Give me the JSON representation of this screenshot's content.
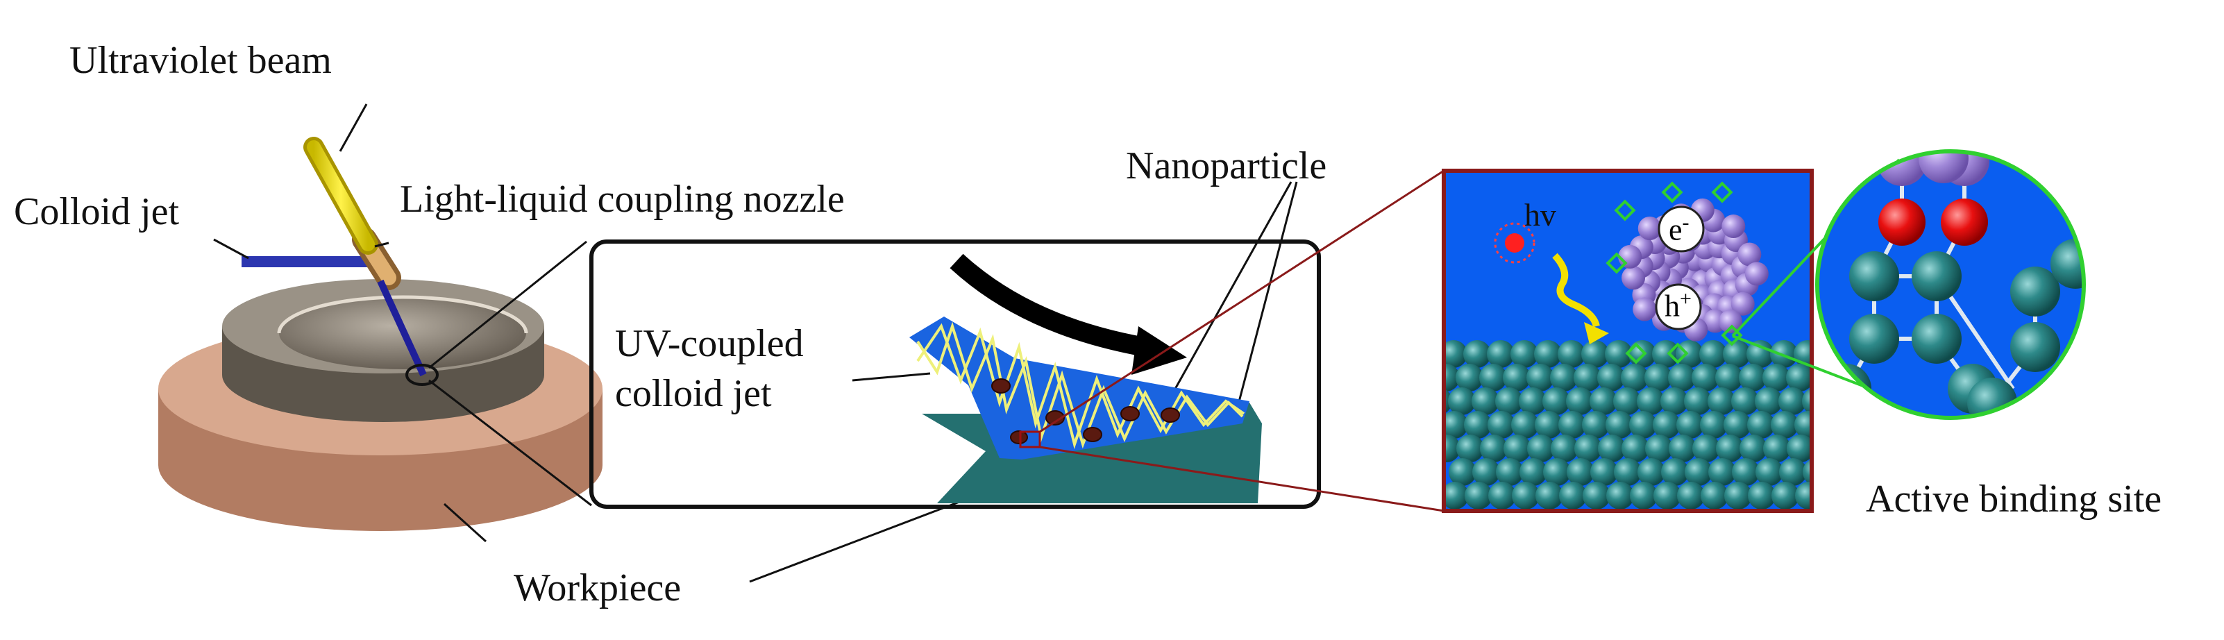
{
  "labels": {
    "ultraviolet_beam": "Ultraviolet beam",
    "colloid_jet": "Colloid jet",
    "nozzle": "Light-liquid coupling nozzle",
    "nanoparticle": "Nanoparticle",
    "uv_jet_line1": "UV-coupled",
    "uv_jet_line2": "colloid jet",
    "workpiece": "Workpiece",
    "active_site": "Active binding site",
    "hv": "hv",
    "electron": "e",
    "electron_sup": "-",
    "hole": "h",
    "hole_sup": "+"
  },
  "colors": {
    "platform_top": "#c89a82",
    "platform_side": "#b07a60",
    "dish_top": "#8d857a",
    "dish_inner": "#6a6258",
    "uv_beam": "#f0e020",
    "nozzle": "#d4a060",
    "jet": "#2a2aa0",
    "panel_blue": "#0a60f0",
    "substrate_teal": "#2a8080",
    "jet_blue": "#1860d8",
    "zigzag": "#e8f070",
    "particle_purple": "#9a80d0",
    "oxygen_red": "#e01010",
    "leader_red": "#8a1a1a",
    "leader_green": "#30d030"
  }
}
